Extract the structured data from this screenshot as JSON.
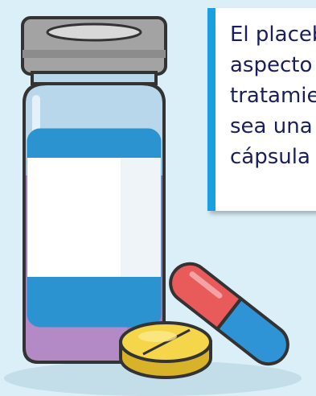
{
  "callout": {
    "lines": [
      "El placebo",
      "aspecto",
      "tratamiento",
      "sea una",
      "cápsula"
    ]
  },
  "icons": {
    "bottle": "medicine-bottle-icon",
    "tablet": "tablet-icon",
    "capsule": "capsule-icon"
  },
  "colors": {
    "background": "#dbeff8",
    "accent_bar": "#1a9fe0",
    "text": "#1a1f5c",
    "cap": "#a3a3a3",
    "liquid": "#b48ac6",
    "label_band": "#2a93d0",
    "tablet": "#f5d54a",
    "capsule_red": "#e95b5b",
    "capsule_blue": "#2f94d6"
  }
}
